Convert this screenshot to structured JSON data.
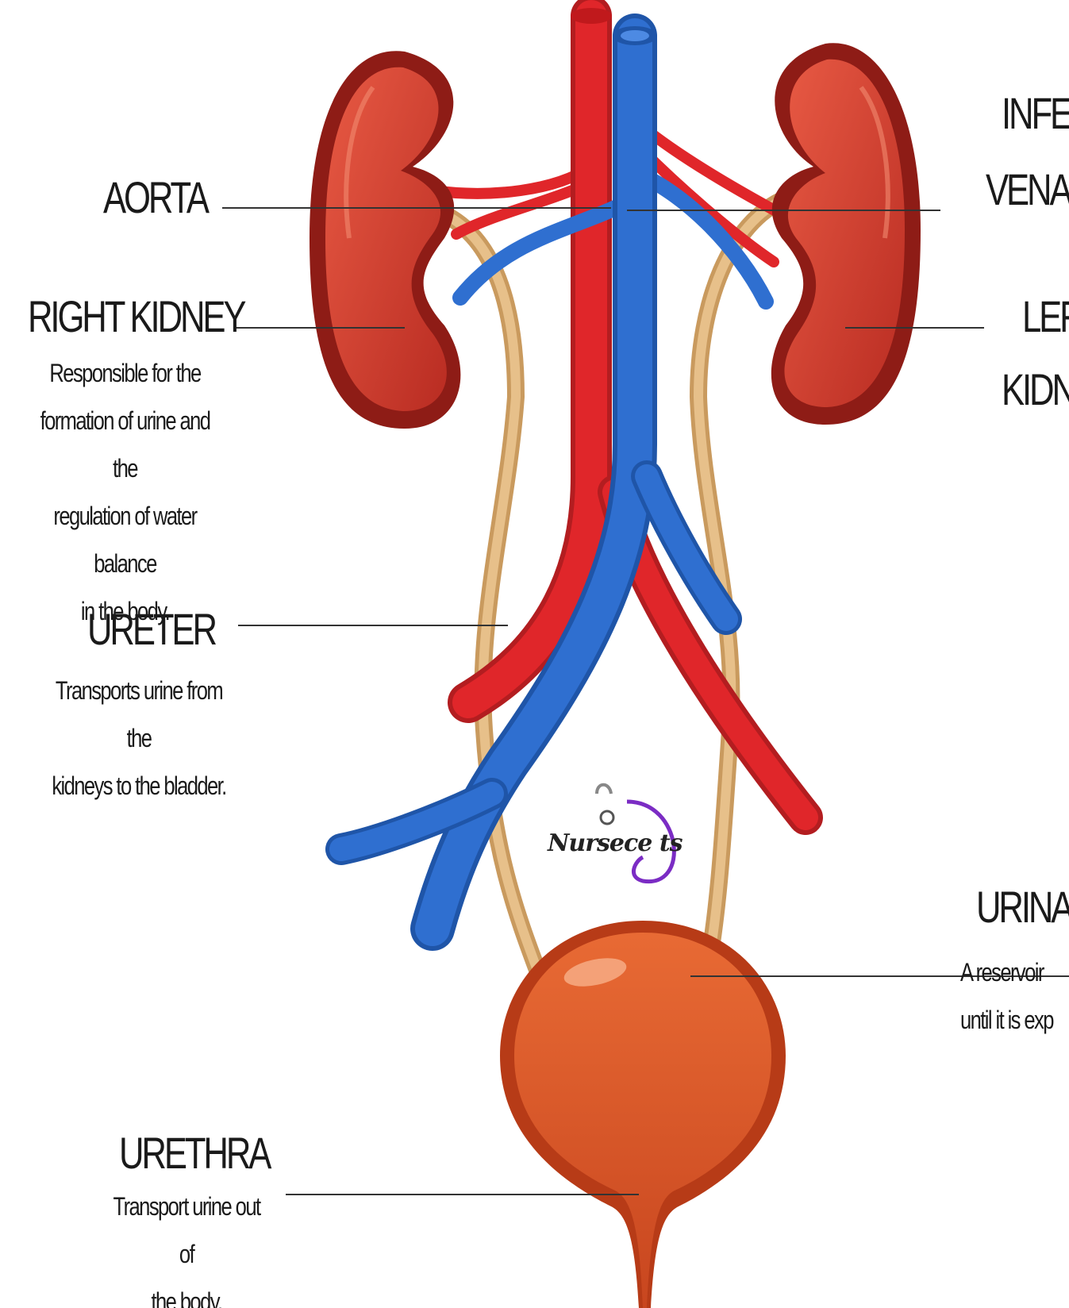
{
  "labels": {
    "aorta": {
      "title": "AORTA"
    },
    "right_kidney": {
      "title": "RIGHT KIDNEY",
      "description": "Responsible for the\nformation of urine and the\nregulation of water balance\nin the body."
    },
    "ureter": {
      "title": "URETER",
      "description": "Transports urine from the\nkidneys to the bladder."
    },
    "urethra": {
      "title": "URETHRA",
      "description": "Transport urine out of\nthe body."
    },
    "inferior_vena_cava": {
      "title_line1": "INFER",
      "title_line2": "VENA"
    },
    "left_kidney": {
      "title_line1": "LEF",
      "title_line2": "KIDN"
    },
    "urinary_bladder": {
      "title": "URINAR",
      "description": "A reservoir\nuntil it is exp"
    }
  },
  "watermark": {
    "text": "Nursece ts"
  },
  "colors": {
    "kidney": "#c63a2e",
    "kidney_dark": "#8e1c16",
    "aorta": "#e0262a",
    "vena": "#2f6fd0",
    "ureter": "#d9a76a",
    "bladder": "#dd5a2a"
  }
}
